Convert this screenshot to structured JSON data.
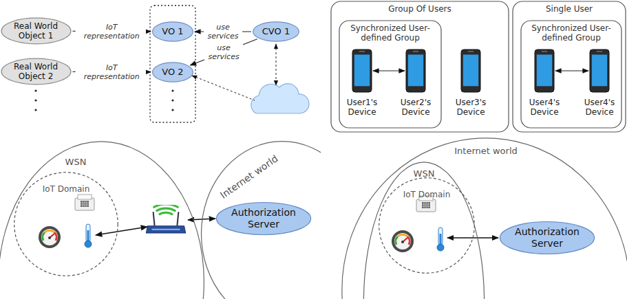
{
  "diagram": {
    "nodes": [
      {
        "text": [
          "Real World Object 1"
        ]
      },
      {
        "text": [
          "Real World Object 2"
        ]
      },
      {
        "text": [
          "VO 1"
        ]
      },
      {
        "text": [
          "VO 2"
        ]
      },
      {
        "text": [
          "CVO 1"
        ]
      },
      {
        "text": [
          "Group Of Users"
        ]
      },
      {
        "text": [
          "Synchronized User-defined Group"
        ],
        "in": 5
      },
      {
        "text": [
          "User1's Device"
        ],
        "in": 6
      },
      {
        "text": [
          "User2's Device"
        ],
        "in": 6
      },
      {
        "text": [
          "User3's Device"
        ],
        "in": 5
      },
      {
        "text": [
          "Single User"
        ]
      },
      {
        "text": [
          "Synchronized User-defined Group"
        ],
        "in": 10
      },
      {
        "text": [
          "User4's Device"
        ],
        "in": 11
      },
      {
        "text": [
          "User4's Device"
        ],
        "in": 11
      },
      {
        "text": [
          "WSN"
        ]
      },
      {
        "text": [
          "IoT Domain"
        ],
        "in": 14
      },
      {
        "text": [
          "Internet world"
        ]
      },
      {
        "text": [
          "Authorization Server"
        ],
        "in": 16
      },
      {
        "text": [
          "Internet world"
        ]
      },
      {
        "text": [
          "WSN"
        ],
        "in": 18
      },
      {
        "text": [
          "IoT Domain"
        ],
        "in": 19
      },
      {
        "text": [
          "Authorization Server"
        ],
        "in": 18
      }
    ],
    "edges": [
      {
        "from": 0,
        "to": 2,
        "label": "IoT representation",
        "arrow": "to"
      },
      {
        "from": 1,
        "to": 3,
        "label": "IoT representation",
        "arrow": "to"
      },
      {
        "from": 4,
        "to": 2,
        "label": "use services",
        "arrow": "to"
      },
      {
        "from": 4,
        "to": 3,
        "label": "use services",
        "arrow": "to"
      },
      {
        "from": 7,
        "to": 8,
        "arrow": "both"
      },
      {
        "from": 12,
        "to": 13,
        "arrow": "both"
      }
    ]
  }
}
